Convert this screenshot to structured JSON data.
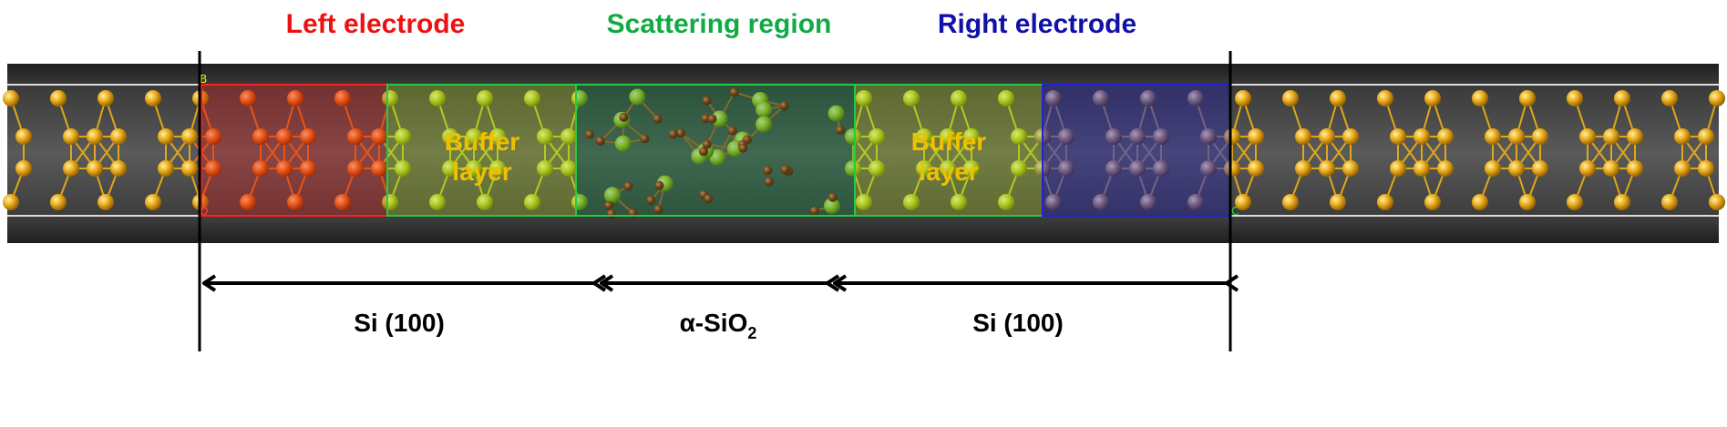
{
  "regions": {
    "left": {
      "title": "Left electrode",
      "color": "#ee1111"
    },
    "scattering": {
      "title": "Scattering region",
      "color": "#11aa44"
    },
    "right": {
      "title": "Right electrode",
      "color": "#1111aa"
    }
  },
  "buffer_layers": [
    {
      "line1": "Buffer",
      "line2": "layer"
    },
    {
      "line1": "Buffer",
      "line2": "layer"
    }
  ],
  "bottom_labels": {
    "left_material": "Si (100)",
    "middle_material_main": "α-SiO",
    "middle_material_sub": "2",
    "right_material": "Si (100)"
  },
  "cell_axis_labels": {
    "b": "B",
    "o": "O",
    "c": "C"
  },
  "colors": {
    "background_strip": "#4a4a4a",
    "si_atom_yellow": "#e0a010",
    "si_atom_orange": "#ee7010",
    "si_atom_green": "#b8cc22",
    "si_atom_brown": "#a08060",
    "o_atom": "#aa2200",
    "buffer_text": "#f0c000"
  }
}
